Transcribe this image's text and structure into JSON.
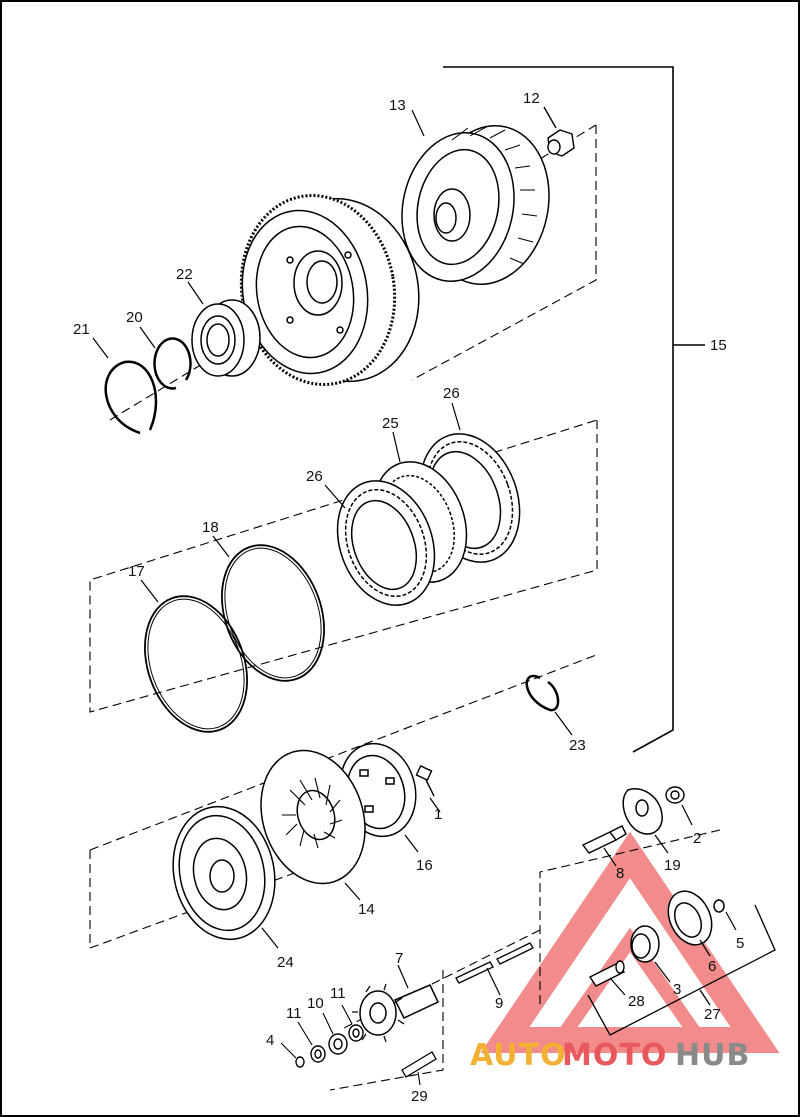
{
  "callouts": [
    "1",
    "2",
    "3",
    "4",
    "5",
    "6",
    "7",
    "8",
    "9",
    "10",
    "11",
    "11",
    "12",
    "13",
    "14",
    "15",
    "16",
    "17",
    "18",
    "19",
    "20",
    "21",
    "22",
    "23",
    "24",
    "25",
    "26",
    "26",
    "27",
    "28",
    "29"
  ],
  "brand": {
    "part_auto": "AUTO",
    "part_moto": "MOTO",
    "part_hub": "HUB",
    "color_auto": "#f2b035",
    "color_moto": "#e8585c",
    "color_hub": "#8a8a8a"
  }
}
